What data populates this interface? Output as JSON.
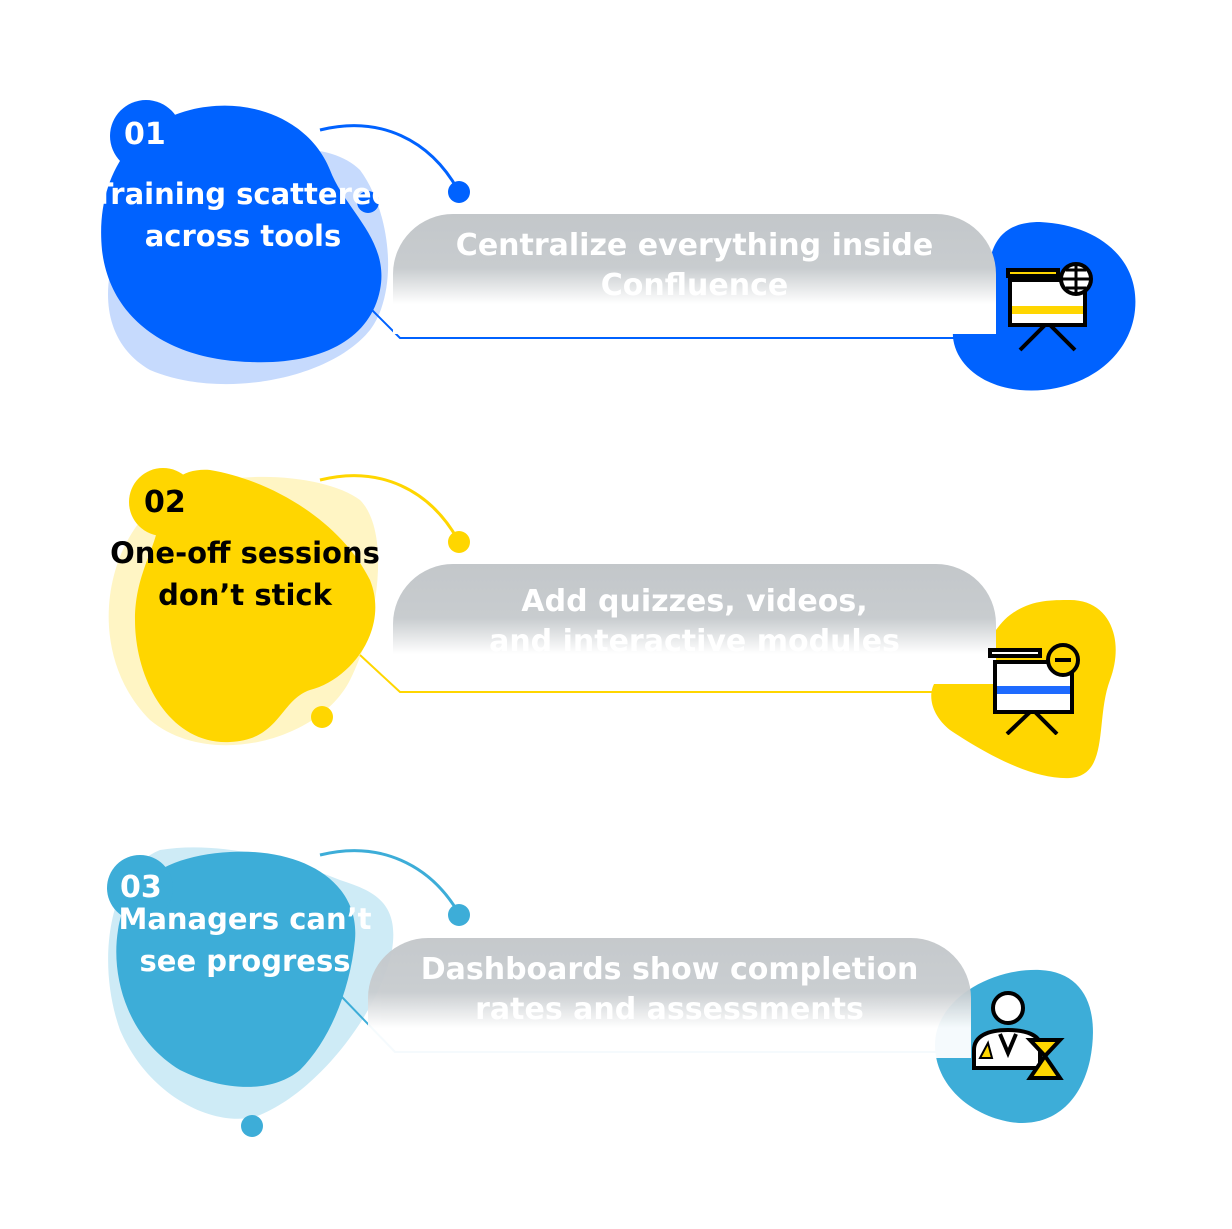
{
  "colors": {
    "blue": "#0062ff",
    "blue_light": "#c6dafd",
    "yellow": "#ffd600",
    "yellow_light": "#fff5c4",
    "teal": "#3dadd8",
    "teal_light": "#ceebf6",
    "pill_gray": "#c3c7ca"
  },
  "steps": [
    {
      "number": "01",
      "problem": "Training scattered across tools",
      "solution_line1": "Centralize everything inside",
      "solution_line2": "Confluence",
      "icon": "presentation-globe-icon"
    },
    {
      "number": "02",
      "problem": "One-off sessions don’t stick",
      "solution_line1": "Add quizzes, videos,",
      "solution_line2": "and interactive modules",
      "icon": "presentation-minus-icon"
    },
    {
      "number": "03",
      "problem": "Managers can’t see progress",
      "solution_line1": "Dashboards show completion",
      "solution_line2": "rates and assessments",
      "icon": "manager-hourglass-icon"
    }
  ]
}
